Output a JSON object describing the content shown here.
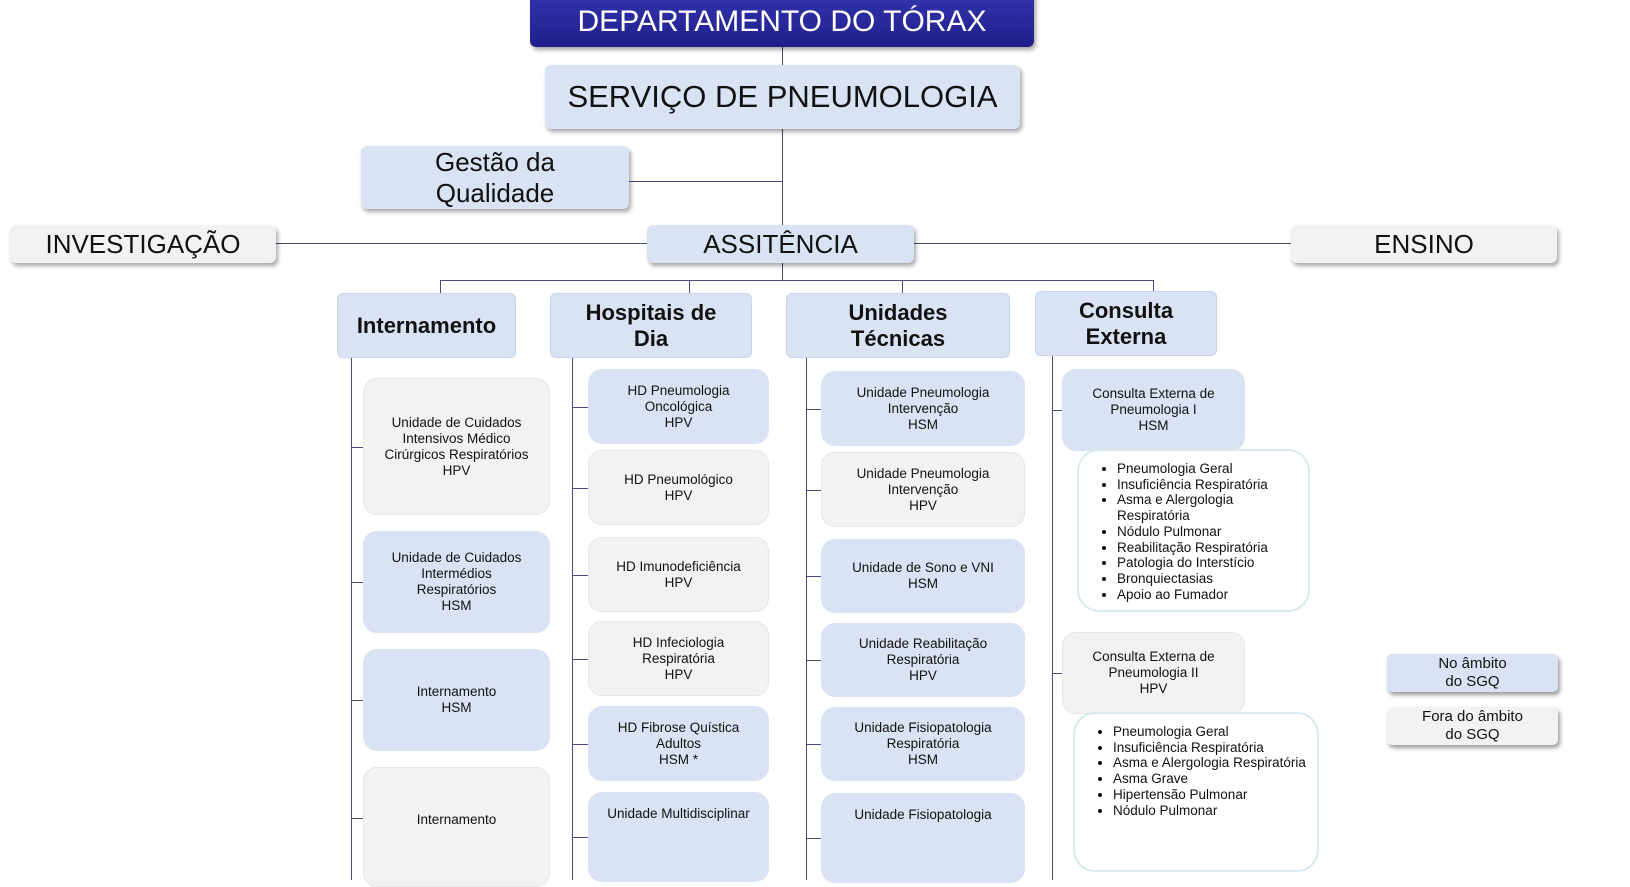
{
  "department": "DEPARTAMENTO DO TÓRAX",
  "service": "SERVIÇO DE PNEUMOLOGIA",
  "quality": "Gestão da\nQualidade",
  "investigation": "INVESTIGAÇÃO",
  "assistance": "ASSITÊNCIA",
  "teaching": "ENSINO",
  "columns": [
    {
      "title": "Internamento",
      "items": [
        "Unidade de Cuidados\nIntensivos Médico\nCirúrgicos Respiratórios\nHPV",
        "Unidade de Cuidados\nIntermédios\nRespiratórios\nHSM",
        "Internamento\nHSM",
        "Internamento"
      ]
    },
    {
      "title": "Hospitais de\nDia",
      "items": [
        "HD Pneumologia\nOncológica\nHPV",
        "HD Pneumológico\nHPV",
        "HD Imunodeficiência\nHPV",
        "HD Infeciologia\nRespiratória\nHPV",
        "HD Fibrose Quística\nAdultos\nHSM *",
        "Unidade Multidisciplinar"
      ]
    },
    {
      "title": "Unidades\nTécnicas",
      "items": [
        "Unidade Pneumologia\nIntervenção\nHSM",
        "Unidade Pneumologia\nIntervenção\nHPV",
        "Unidade de Sono e VNI\nHSM",
        "Unidade Reabilitação\nRespiratória\nHPV",
        "Unidade Fisiopatologia\nRespiratória\nHSM",
        "Unidade Fisiopatologia"
      ]
    },
    {
      "title": "Consulta\nExterna",
      "items": [
        "Consulta Externa de\nPneumologia I\nHSM",
        "Consulta Externa de\nPneumologia II\nHPV"
      ]
    }
  ],
  "lists": [
    [
      "Pneumologia Geral",
      "Insuficiência Respiratória",
      "Asma e Alergologia Respiratória",
      "Nódulo Pulmonar",
      "Reabilitação Respiratória",
      "Patologia do Interstício",
      "Bronquiectasias",
      "Apoio ao Fumador"
    ],
    [
      "Pneumologia Geral",
      "Insuficiência Respiratória",
      "Asma e Alergologia Respiratória",
      "Asma Grave",
      "Hipertensão Pulmonar",
      "Nódulo Pulmonar"
    ]
  ],
  "legend": {
    "in_scope": "No âmbito\ndo SGQ",
    "out_scope": "Fora do âmbito\ndo SGQ"
  },
  "colors": {
    "in_scope": "#dae3f3",
    "out_scope": "#f2f2f2",
    "header": "#2525a0"
  }
}
